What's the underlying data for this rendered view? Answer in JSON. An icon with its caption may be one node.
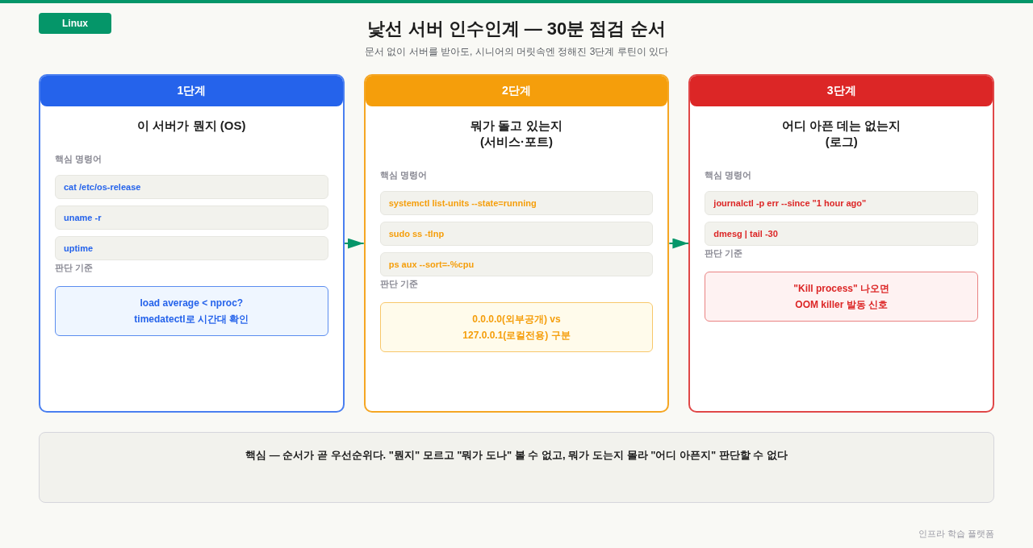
{
  "diagram": {
    "title": "낯선 서버 인수인계 — 30분 점검 순서",
    "nodes": [
      {
        "text": [
          "1단계",
          "이 서버가 뭔지 (OS)",
          "핵심 명령어",
          "판단 기준"
        ]
      },
      {
        "text": [
          "cat /etc/os-release"
        ],
        "in": 0
      },
      {
        "text": [
          "uname -r"
        ],
        "in": 0
      },
      {
        "text": [
          "uptime"
        ],
        "in": 0
      },
      {
        "text": [
          "load average < nproc? timedatectl로 시간대 확인"
        ],
        "in": 0
      },
      {
        "text": [
          "2단계",
          "뭐가 돌고 있는지 (서비스·포트)",
          "핵심 명령어",
          "판단 기준"
        ]
      },
      {
        "text": [
          "systemctl list-units --state=running"
        ],
        "in": 5
      },
      {
        "text": [
          "sudo ss -tlnp"
        ],
        "in": 5
      },
      {
        "text": [
          "ps aux --sort=-%cpu"
        ],
        "in": 5
      },
      {
        "text": [
          "0.0.0.0(외부공개) vs 127.0.0.1(로컬전용) 구분"
        ],
        "in": 5
      },
      {
        "text": [
          "3단계",
          "어디 아픈 데는 없는지 (로그)",
          "핵심 명령어",
          "판단 기준"
        ]
      },
      {
        "text": [
          "journalctl -p err --since \"1 hour ago\""
        ],
        "in": 10
      },
      {
        "text": [
          "dmesg | tail -30"
        ],
        "in": 10
      },
      {
        "text": [
          "\"Kill process\" 나오면 OOM killer 발동 신호"
        ],
        "in": 10
      },
      {
        "text": [
          "핵심 — 순서가 곧 우선순위다. \"뭔지\" 모르고 \"뭐가 도나\" 볼 수 없고, 뭐가 도는지 몰라 \"어디 아픈지\" 판단할 수 없다"
        ]
      }
    ],
    "edges": [
      {
        "from": 0,
        "to": 5,
        "arrow": "to"
      },
      {
        "from": 5,
        "to": 10,
        "arrow": "to"
      }
    ],
    "labels": [
      "Linux",
      "문서 없이 서버를 받아도, 시니어의 머릿속엔 정해진 3단계 루틴이 있다",
      "인프라 학습 플랫폼"
    ]
  }
}
